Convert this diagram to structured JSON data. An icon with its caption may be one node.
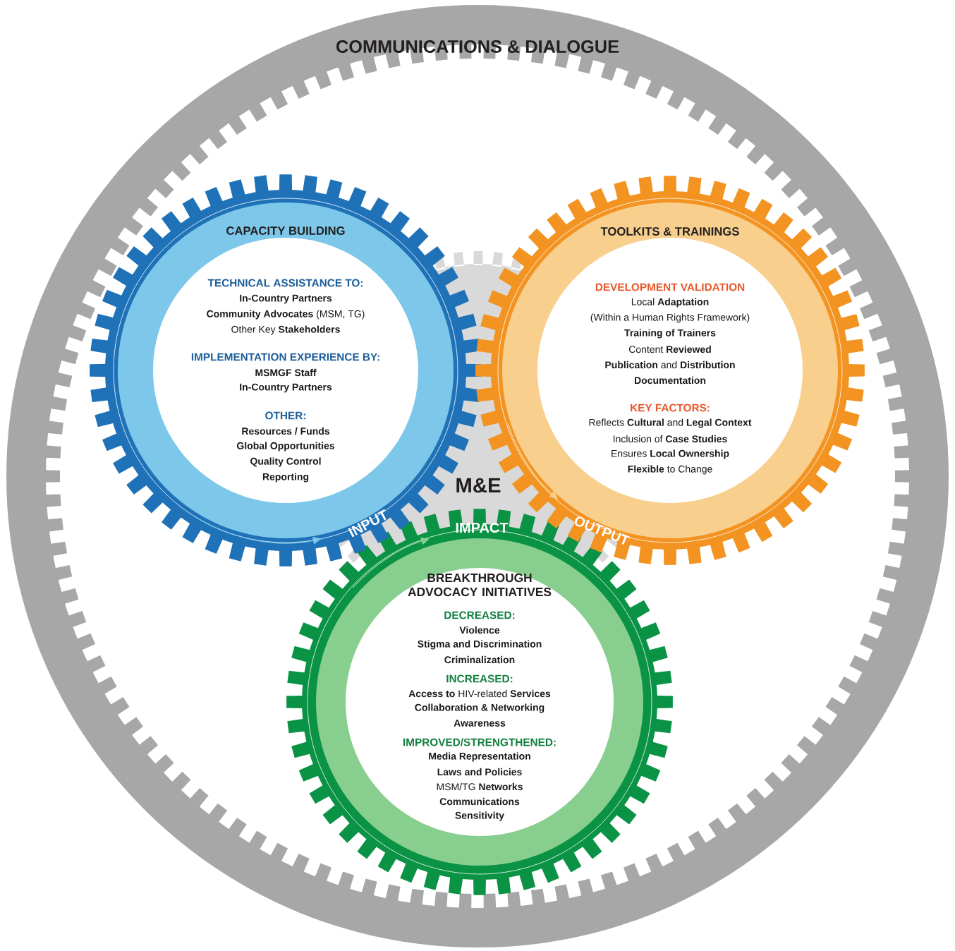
{
  "diagram": {
    "nodes": [
      {
        "text": [
          "COMMUNICATIONS & DIALOGUE"
        ]
      },
      {
        "text": [
          "CAPACITY BUILDING",
          "TECHNICAL ASSISTANCE TO:",
          "**In-Country Partners**",
          "**Community Advocates** (MSM, TG)",
          "Other Key **Stakeholders**",
          "IMPLEMENTATION EXPERIENCE BY:",
          "**MSMGF Staff**",
          "**In-Country Partners**",
          "OTHER:",
          "**Resources / Funds**",
          "**Global Opportunities**",
          "**Quality Control**",
          "**Reporting**",
          "INPUT"
        ],
        "in": 0
      },
      {
        "text": [
          "TOOLKITS & TRAININGS",
          "DEVELOPMENT VALIDATION",
          "Local **Adaptation**",
          "(Within a Human Rights Framework)",
          "**Training of Trainers**",
          "Content **Reviewed**",
          "**Publication** and **Distribution**",
          "**Documentation**",
          "KEY FACTORS:",
          "Reflects **Cultural** and **Legal Context**",
          "Inclusion of **Case Studies**",
          "Ensures **Local Ownership**",
          "**Flexible** to Change",
          "OUTPUT"
        ],
        "in": 0
      },
      {
        "text": [
          "IMPACT",
          "BREAKTHROUGH ADVOCACY INITIATIVES",
          "DECREASED:",
          "**Violence**",
          "**Stigma and Discrimination**",
          "**Criminalization**",
          "INCREASED:",
          "**Access to** HIV-related **Services**",
          "**Collaboration & Networking**",
          "**Awareness**",
          "IMPROVED/STRENGTHENED:",
          "**Media Representation**",
          "**Laws and Policies**",
          "MSM/TG **Networks**",
          "**Communications**",
          "**Sensitivity**"
        ],
        "in": 0
      }
    ],
    "labels": [
      "M&E"
    ]
  }
}
